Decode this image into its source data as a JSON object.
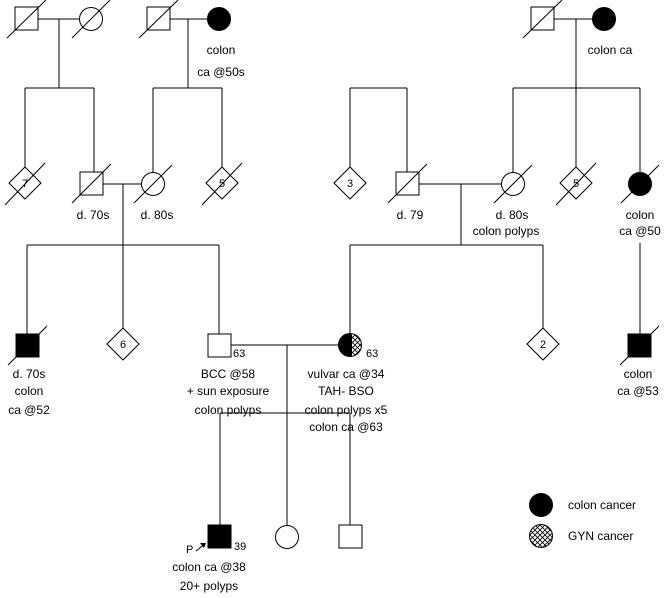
{
  "colors": {
    "affected": "#000000",
    "line": "#000000",
    "background": "#ffffff"
  },
  "individuals": {
    "g1_pat_gf": {
      "sex": "male",
      "deceased": true,
      "affected": false,
      "labels": []
    },
    "g1_pat_gm": {
      "sex": "female",
      "deceased": true,
      "affected": false,
      "labels": []
    },
    "g1_mid_gf": {
      "sex": "male",
      "deceased": true,
      "affected": false,
      "labels": []
    },
    "g1_mid_gm": {
      "sex": "female",
      "deceased": false,
      "affected": true,
      "labels": [
        "colon",
        "ca @50s"
      ]
    },
    "g1_mat_gf": {
      "sex": "male",
      "deceased": true,
      "affected": false,
      "labels": []
    },
    "g1_mat_gm": {
      "sex": "female",
      "deceased": false,
      "affected": true,
      "labels": [
        "colon ca"
      ]
    },
    "g2_sib7": {
      "sex": "unknown",
      "deceased": true,
      "count": "7",
      "labels": []
    },
    "g2_pat_father": {
      "sex": "male",
      "deceased": true,
      "affected": false,
      "labels": [
        "d. 70s"
      ]
    },
    "g2_pat_mother": {
      "sex": "female",
      "deceased": true,
      "affected": false,
      "labels": [
        "d. 80s"
      ]
    },
    "g2_sib5_left": {
      "sex": "unknown",
      "deceased": true,
      "count": "5",
      "labels": []
    },
    "g2_sib3": {
      "sex": "unknown",
      "deceased": false,
      "count": "3",
      "labels": []
    },
    "g2_mat_father": {
      "sex": "male",
      "deceased": true,
      "affected": false,
      "labels": [
        "d. 79"
      ]
    },
    "g2_mat_mother": {
      "sex": "female",
      "deceased": true,
      "affected": false,
      "labels": [
        "d. 80s",
        "colon polyps"
      ]
    },
    "g2_sib5_right": {
      "sex": "unknown",
      "deceased": true,
      "count": "5",
      "labels": []
    },
    "g2_aunt": {
      "sex": "female",
      "deceased": true,
      "affected": true,
      "labels": [
        "colon",
        "ca @50"
      ]
    },
    "g3_uncle": {
      "sex": "male",
      "deceased": true,
      "affected": true,
      "labels": [
        "d. 70s",
        "colon",
        "ca @52"
      ]
    },
    "g3_sib6": {
      "sex": "unknown",
      "deceased": false,
      "count": "6",
      "labels": []
    },
    "g3_father": {
      "sex": "male",
      "deceased": false,
      "affected": false,
      "age": "63",
      "labels": [
        "BCC @58",
        "+ sun exposure",
        "colon polyps"
      ]
    },
    "g3_mother": {
      "sex": "female",
      "deceased": false,
      "affected": true,
      "gyn": true,
      "age": "63",
      "labels": [
        "vulvar ca @34",
        "TAH- BSO",
        "colon polyps x5",
        "colon ca @63"
      ]
    },
    "g3_sib2": {
      "sex": "unknown",
      "deceased": false,
      "count": "2",
      "labels": []
    },
    "g3_cousin": {
      "sex": "male",
      "deceased": true,
      "affected": true,
      "labels": [
        "colon",
        "ca @53"
      ]
    },
    "g4_proband": {
      "sex": "male",
      "deceased": false,
      "affected": true,
      "age": "39",
      "proband_marker": "P",
      "labels": [
        "colon ca @38",
        "20+ polyps"
      ]
    },
    "g4_sister": {
      "sex": "female",
      "deceased": false,
      "affected": false,
      "labels": []
    },
    "g4_brother": {
      "sex": "male",
      "deceased": false,
      "affected": false,
      "labels": []
    }
  },
  "legend": [
    {
      "symbol": "filled-circle",
      "label": "colon cancer"
    },
    {
      "symbol": "crosshatch-circle",
      "label": "GYN cancer"
    }
  ]
}
